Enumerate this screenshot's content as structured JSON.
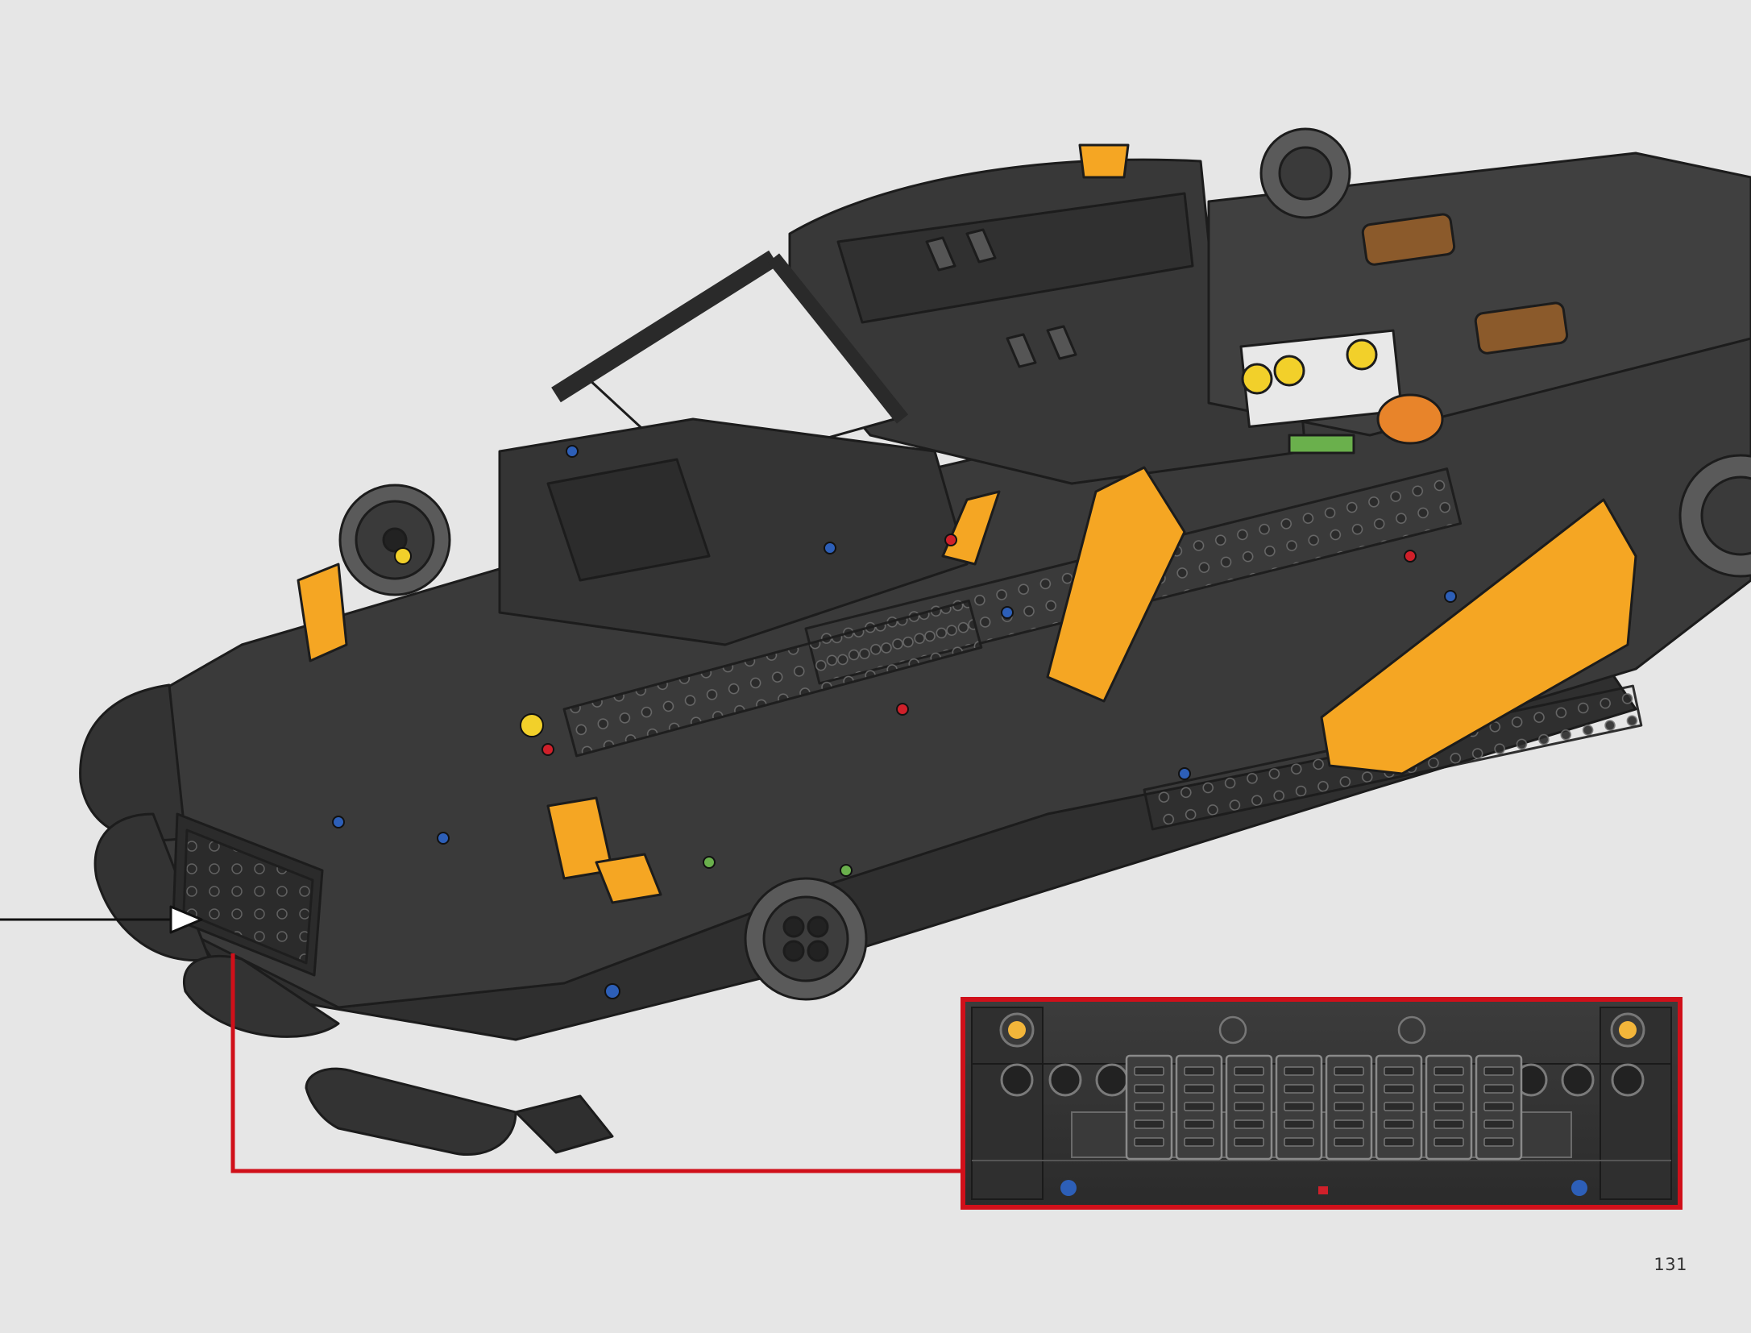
{
  "page": {
    "number": "131",
    "background": "#e6e6e6"
  },
  "illustration": {
    "subject": "car-model-assembly",
    "colors": {
      "body_dark": "#3a3a3a",
      "outline": "#1c1c1c",
      "accent_orange": "#f5a623",
      "highlight_gray": "#9a9a9a",
      "pin_blue": "#2d5fb8",
      "pin_red": "#d0202a",
      "pin_yellow": "#f2d02a"
    }
  },
  "callout": {
    "frame_color": "#d0101a",
    "arrow_color": "#111111",
    "grille_slots": 8
  },
  "icons": {
    "arrow": "arrow-right-icon"
  }
}
